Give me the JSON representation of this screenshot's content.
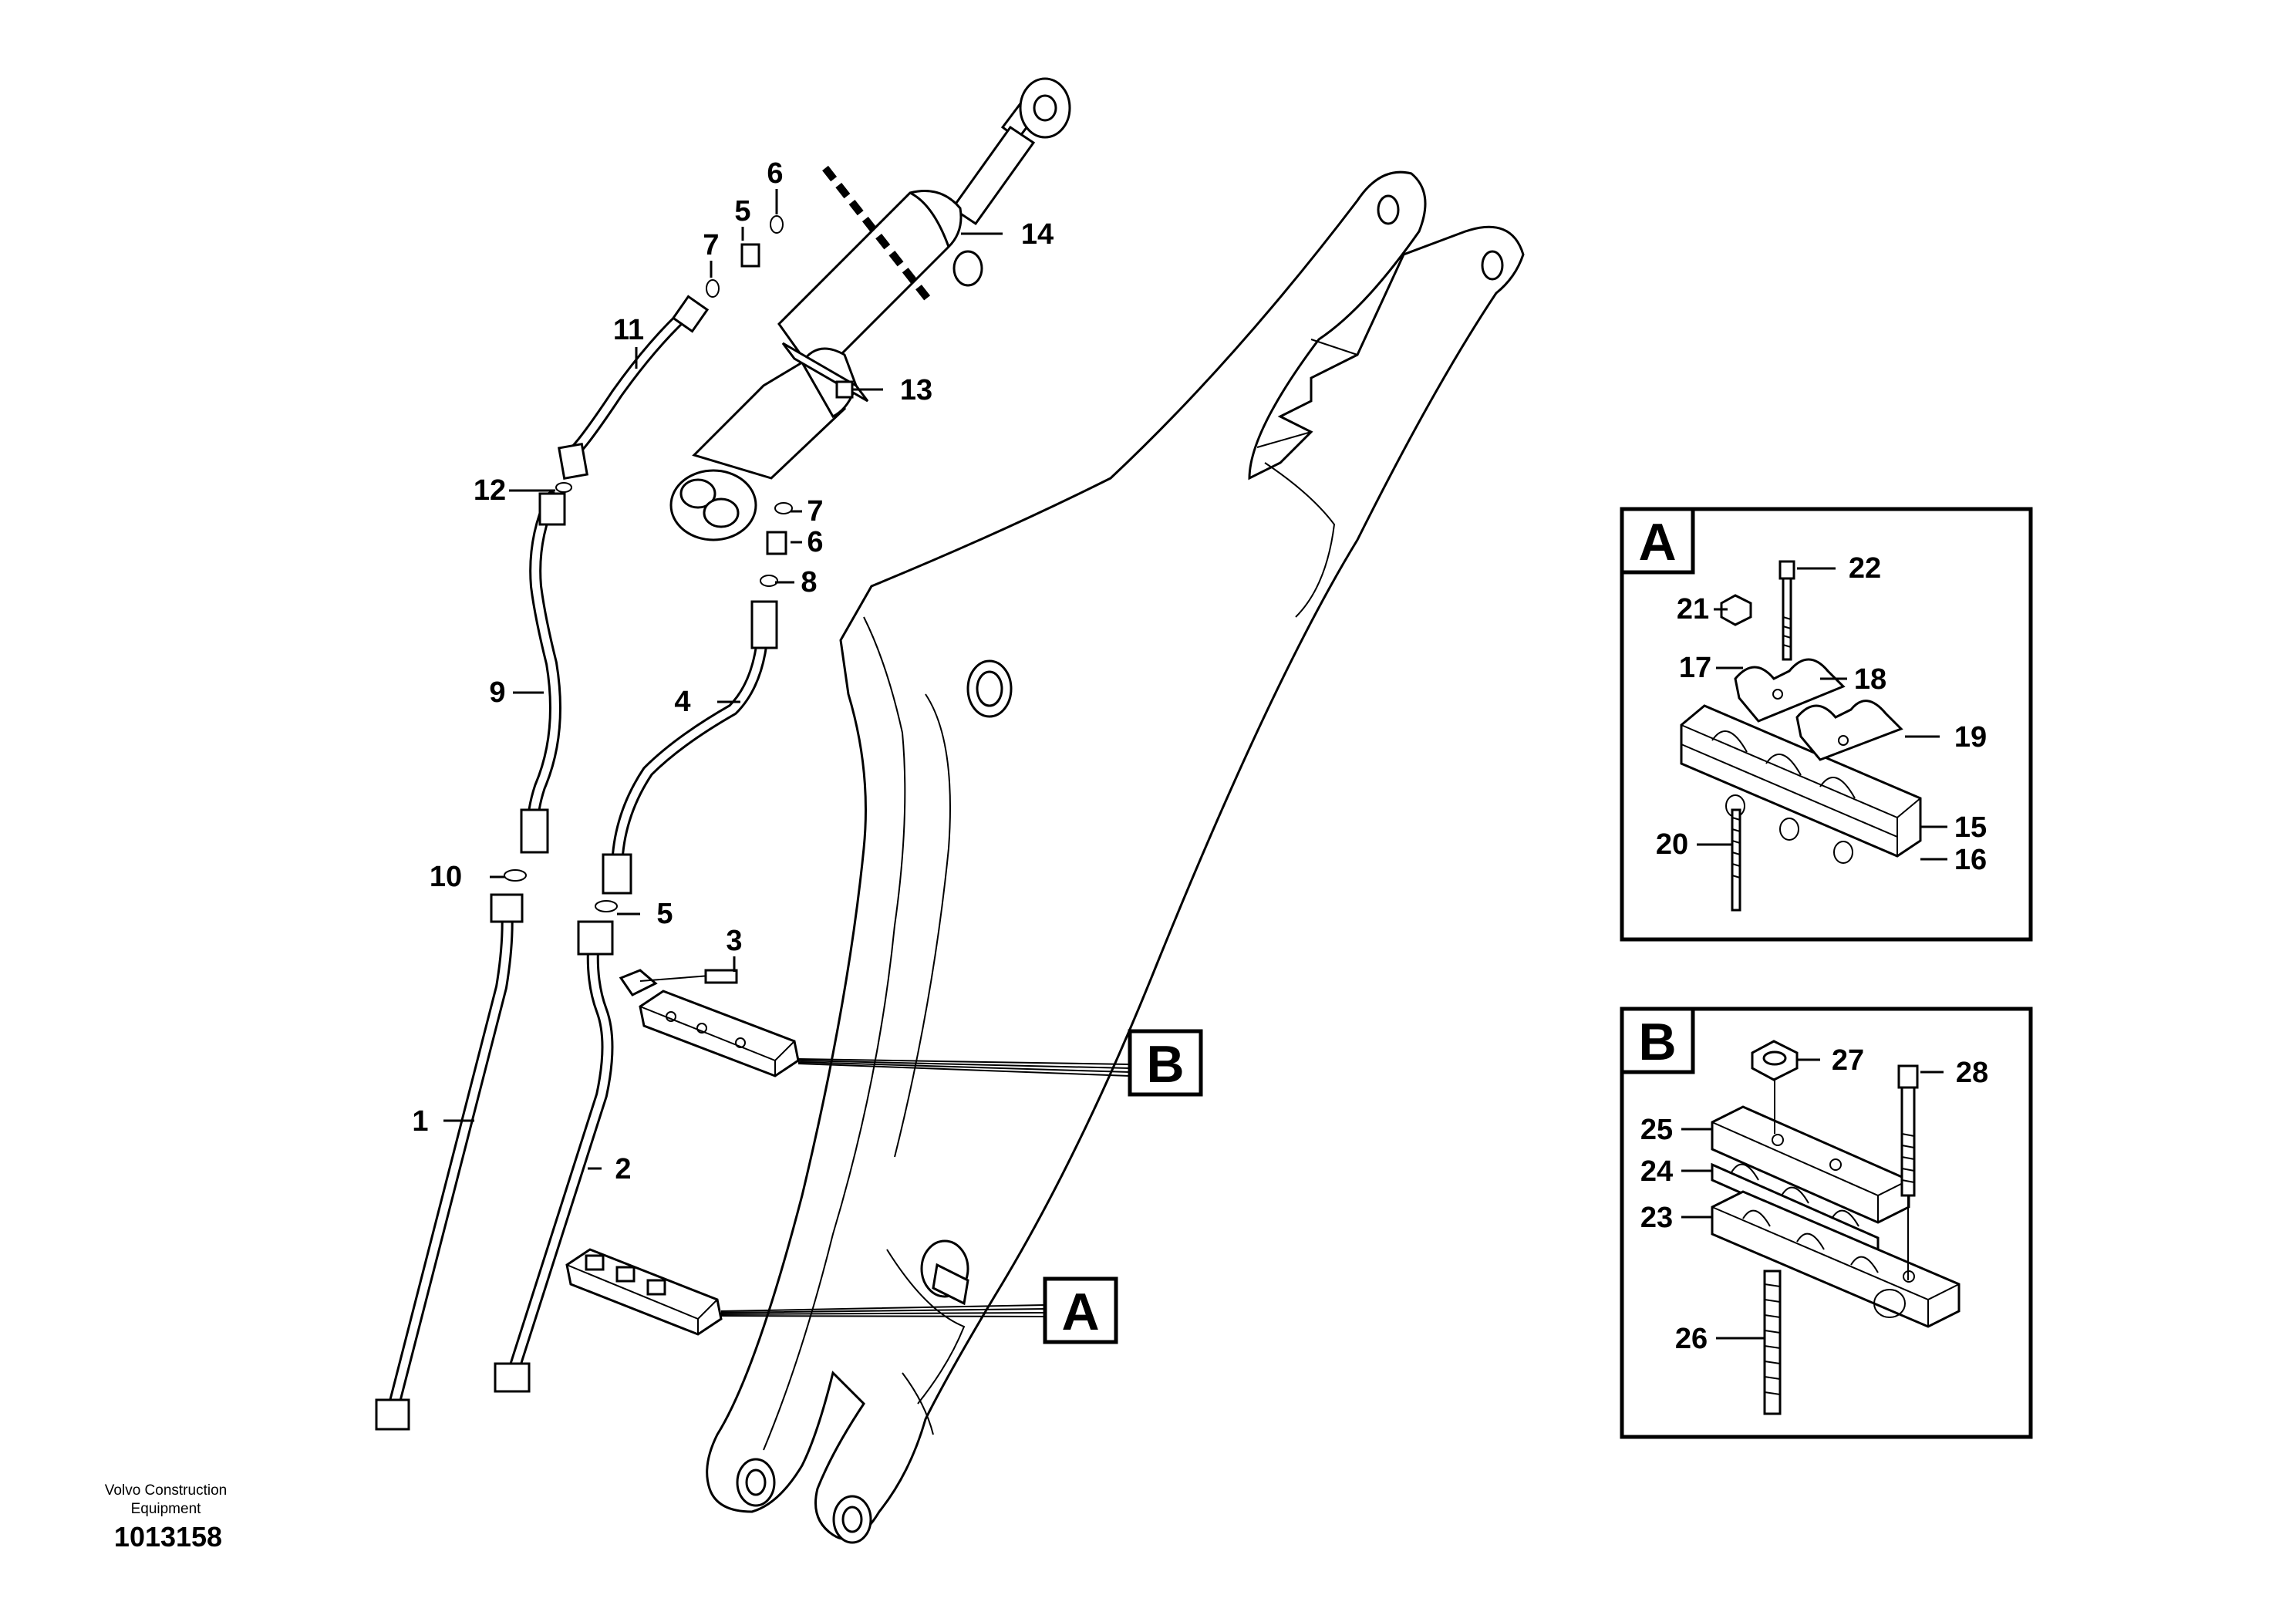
{
  "footer": {
    "company_line1": "Volvo Construction",
    "company_line2": "Equipment",
    "drawing_number": "1013158"
  },
  "callouts": {
    "c1": "1",
    "c2": "2",
    "c3": "3",
    "c4": "4",
    "c5a": "5",
    "c5b": "5",
    "c6a": "6",
    "c6b": "6",
    "c7a": "7",
    "c7b": "7",
    "c8": "8",
    "c9": "9",
    "c10": "10",
    "c11": "11",
    "c12": "12",
    "c13": "13",
    "c14": "14",
    "c15": "15",
    "c16": "16",
    "c17": "17",
    "c18": "18",
    "c19": "19",
    "c20": "20",
    "c21": "21",
    "c22": "22",
    "c23": "23",
    "c24": "24",
    "c25": "25",
    "c26": "26",
    "c27": "27",
    "c28": "28"
  },
  "detail_refs": {
    "A": "A",
    "B": "B"
  }
}
